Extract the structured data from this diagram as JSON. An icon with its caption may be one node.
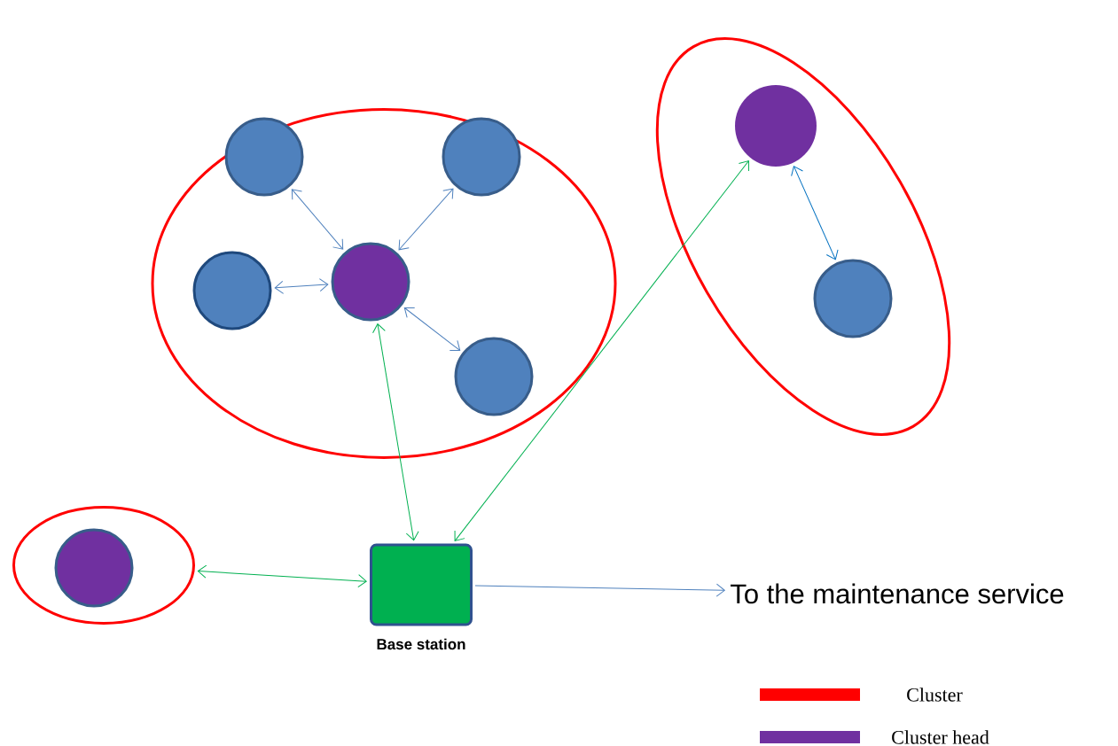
{
  "diagram": {
    "nodes": [
      {
        "text": [],
        "shape": "ellipse"
      },
      {
        "text": [],
        "shape": "circle",
        "in": 0
      },
      {
        "text": [],
        "shape": "circle",
        "in": 0
      },
      {
        "text": [],
        "shape": "circle",
        "in": 0
      },
      {
        "text": [],
        "shape": "circle",
        "in": 0
      },
      {
        "text": [],
        "shape": "circle",
        "in": 0
      },
      {
        "text": [],
        "shape": "ellipse"
      },
      {
        "text": [],
        "shape": "circle",
        "in": 6
      },
      {
        "text": [],
        "shape": "circle",
        "in": 6
      },
      {
        "text": [],
        "shape": "ellipse"
      },
      {
        "text": [],
        "shape": "circle",
        "in": 9
      },
      {
        "text": [
          "Base station"
        ]
      },
      {
        "text": [
          "To the maintenance service"
        ]
      }
    ],
    "edges": [
      {
        "from": 1,
        "to": 4,
        "arrow": "both"
      },
      {
        "from": 2,
        "to": 4,
        "arrow": "both"
      },
      {
        "from": 3,
        "to": 4,
        "arrow": "both"
      },
      {
        "from": 5,
        "to": 4,
        "arrow": "both"
      },
      {
        "from": 4,
        "to": 11,
        "arrow": "both",
        "color": "#00b050"
      },
      {
        "from": 7,
        "to": 11,
        "arrow": "both",
        "color": "#00b050"
      },
      {
        "from": 7,
        "to": 8,
        "arrow": "both",
        "color": "#0070c0"
      },
      {
        "from": 9,
        "to": 11,
        "arrow": "both",
        "color": "#00b050"
      },
      {
        "from": 11,
        "to": 12,
        "arrow": "to"
      }
    ],
    "legend": [
      {
        "text": "Cluster",
        "color": "#ff0000"
      },
      {
        "text": "Cluster head",
        "color": "#7030a0"
      }
    ]
  }
}
